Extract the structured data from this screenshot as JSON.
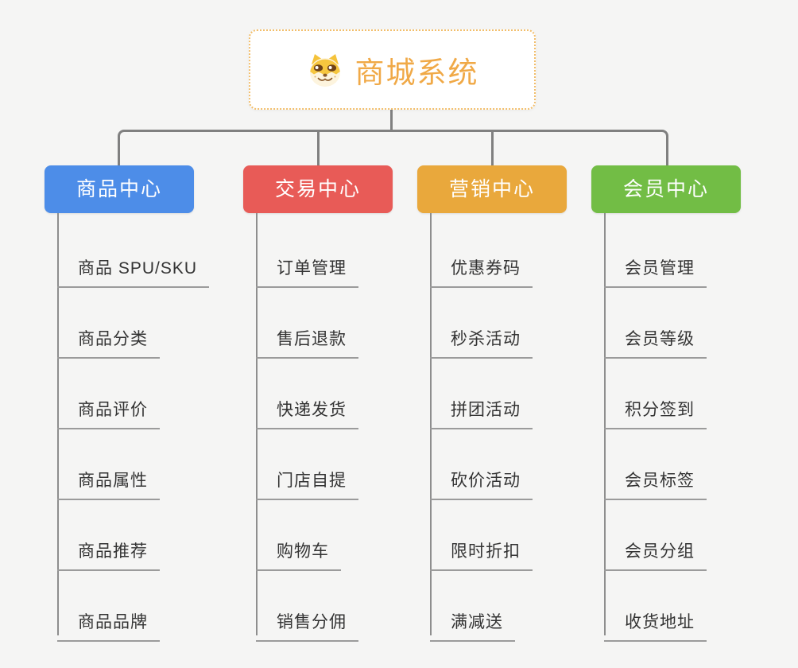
{
  "canvas": {
    "background": "#F5F5F4",
    "connector_color": "#808080",
    "child_line_color": "#9B9B9B",
    "child_text_color": "#333333"
  },
  "root": {
    "title": "商城系统",
    "icon": "shiba-dog-icon",
    "title_color": "#F0A947",
    "border_color": "#F2BE6B"
  },
  "branches": [
    {
      "label": "商品中心",
      "color": "#4D8DE8",
      "items": [
        "商品 SPU/SKU",
        "商品分类",
        "商品评价",
        "商品属性",
        "商品推荐",
        "商品品牌"
      ]
    },
    {
      "label": "交易中心",
      "color": "#E85B57",
      "items": [
        "订单管理",
        "售后退款",
        "快递发货",
        "门店自提",
        "购物车",
        "销售分佣"
      ]
    },
    {
      "label": "营销中心",
      "color": "#E9A83C",
      "items": [
        "优惠券码",
        "秒杀活动",
        "拼团活动",
        "砍价活动",
        "限时折扣",
        "满减送"
      ]
    },
    {
      "label": "会员中心",
      "color": "#72BD45",
      "items": [
        "会员管理",
        "会员等级",
        "积分签到",
        "会员标签",
        "会员分组",
        "收货地址"
      ]
    }
  ]
}
